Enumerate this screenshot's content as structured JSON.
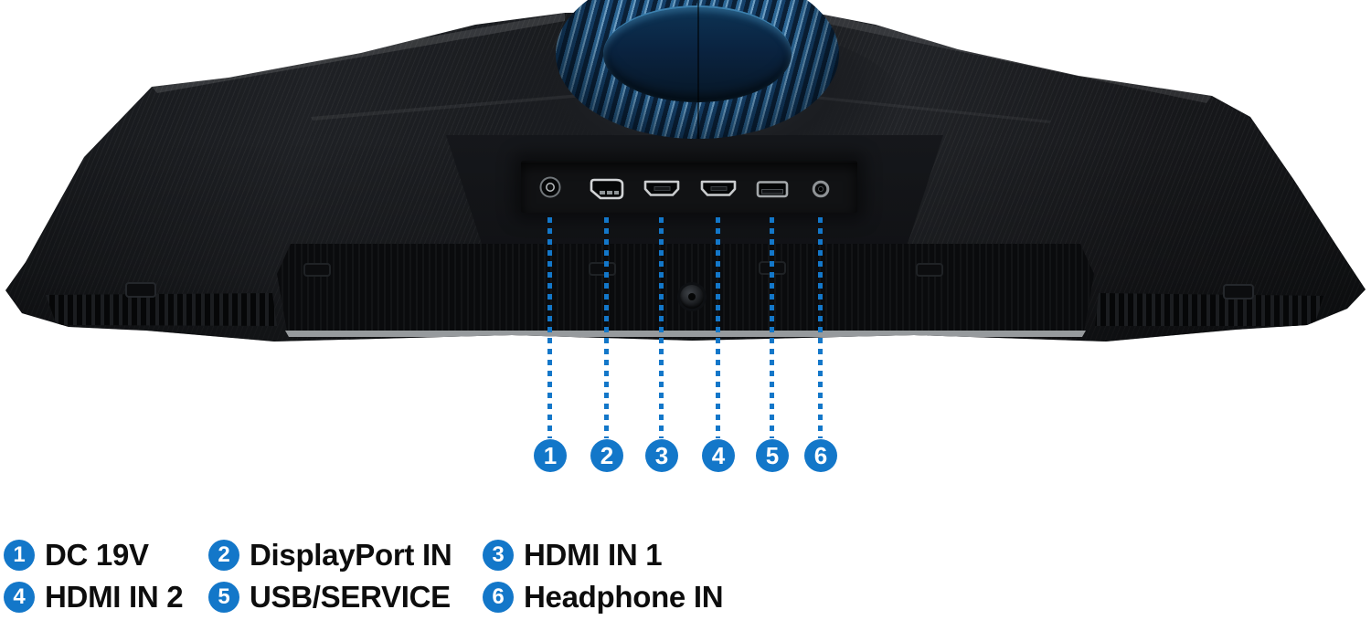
{
  "title": "Monitor rear view port diagram",
  "colors": {
    "background": "#ffffff",
    "accent_blue": "#1377c9",
    "legend_text": "#0d0d0d",
    "monitor_body": "#1a1c20",
    "port_panel": "#121316",
    "port_outline": "#cfd1d3",
    "ring_blue_light": "#6e9dc0",
    "ring_blue_dark": "#0b2036"
  },
  "ports": [
    {
      "icon": "dc-power-jack-icon"
    },
    {
      "icon": "displayport-icon"
    },
    {
      "icon": "hdmi-icon"
    },
    {
      "icon": "hdmi-icon"
    },
    {
      "icon": "usb-a-icon"
    },
    {
      "icon": "headphone-jack-icon"
    }
  ],
  "callouts": [
    {
      "number": "1"
    },
    {
      "number": "2"
    },
    {
      "number": "3"
    },
    {
      "number": "4"
    },
    {
      "number": "5"
    },
    {
      "number": "6"
    }
  ],
  "legend": {
    "items": [
      {
        "number": "1",
        "label": "DC 19V"
      },
      {
        "number": "2",
        "label": "DisplayPort IN"
      },
      {
        "number": "3",
        "label": "HDMI IN 1"
      },
      {
        "number": "4",
        "label": "HDMI IN 2"
      },
      {
        "number": "5",
        "label": "USB/SERVICE"
      },
      {
        "number": "6",
        "label": "Headphone IN"
      }
    ]
  }
}
